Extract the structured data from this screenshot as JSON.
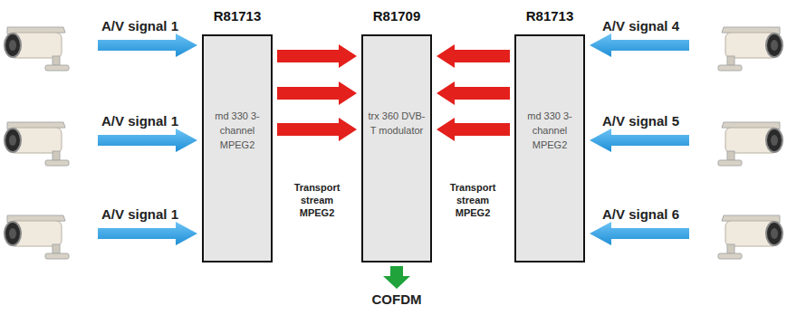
{
  "diagram": {
    "nodes": [
      {
        "text": [
          "R81713",
          "md 330 3-channel MPEG2"
        ]
      },
      {
        "text": [
          "R81709",
          "trx 360 DVB-T modulator"
        ]
      },
      {
        "text": [
          "R81713",
          "md 330 3-channel MPEG2"
        ]
      }
    ],
    "edges": [
      {
        "from": 0,
        "to": 1,
        "arrow": "to"
      },
      {
        "from": 0,
        "to": 1,
        "arrow": "to"
      },
      {
        "from": 0,
        "to": 1,
        "arrow": "to"
      },
      {
        "from": 2,
        "to": 1,
        "arrow": "to"
      },
      {
        "from": 2,
        "to": 1,
        "arrow": "to"
      },
      {
        "from": 2,
        "to": 1,
        "arrow": "to"
      }
    ],
    "labels": [
      "A/V signal 1",
      "A/V signal 1",
      "A/V signal 1",
      "A/V signal 4",
      "A/V signal 5",
      "A/V signal 6",
      "Transport stream MPEG2",
      "Transport stream MPEG2",
      "COFDM"
    ]
  }
}
